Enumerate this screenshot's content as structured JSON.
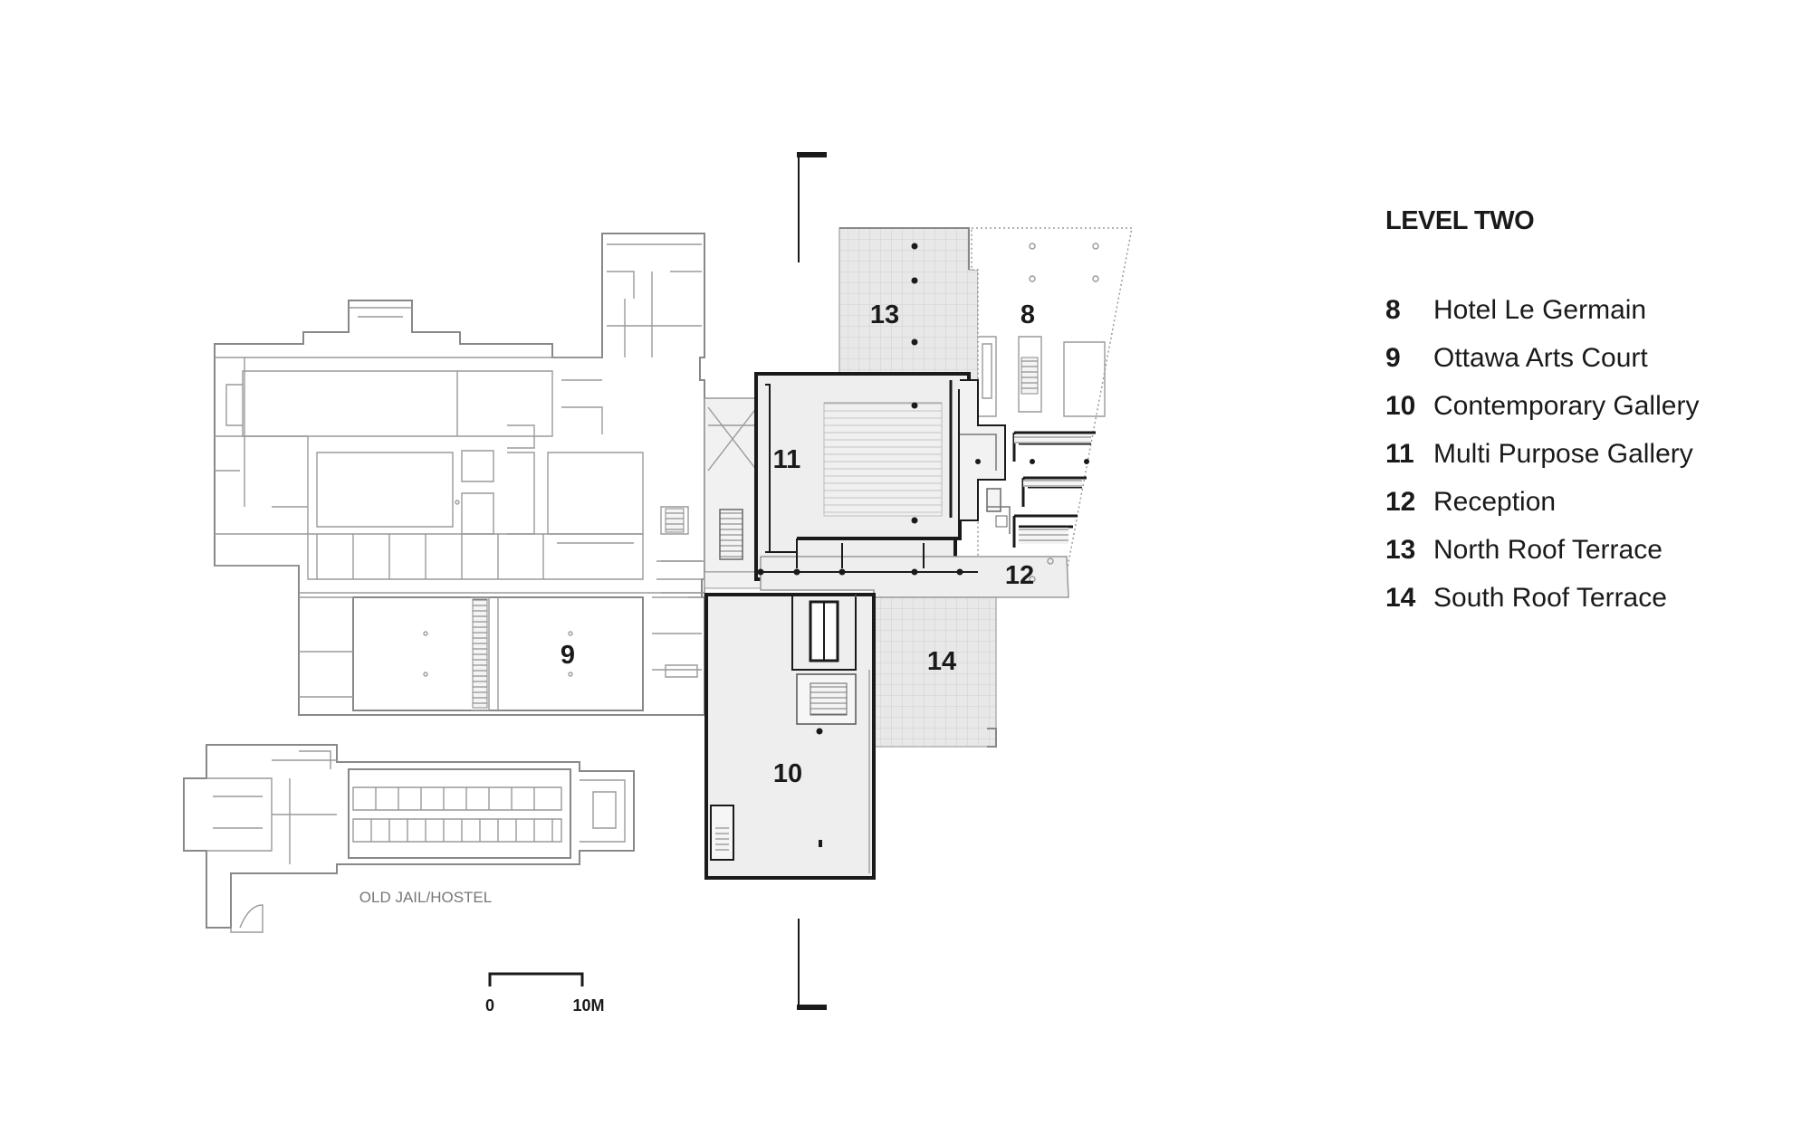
{
  "legend": {
    "title": "LEVEL TWO",
    "items": [
      {
        "number": "8",
        "label": "Hotel Le Germain"
      },
      {
        "number": "9",
        "label": "Ottawa Arts Court"
      },
      {
        "number": "10",
        "label": "Contemporary Gallery"
      },
      {
        "number": "11",
        "label": "Multi Purpose Gallery"
      },
      {
        "number": "12",
        "label": "Reception"
      },
      {
        "number": "13",
        "label": "North Roof Terrace"
      },
      {
        "number": "14",
        "label": "South Roof Terrace"
      }
    ]
  },
  "plan": {
    "room_labels": [
      "8",
      "9",
      "10",
      "11",
      "12",
      "13",
      "14"
    ],
    "annex_label": "OLD JAIL/HOSTEL"
  },
  "scale_bar": {
    "start_label": "0",
    "end_label": "10M"
  },
  "colors": {
    "ink": "#1a1a1a",
    "new_building_fill": "#eeeeee",
    "terrace_fill": "#e6e6e6",
    "existing_outline": "#9a9a9a"
  }
}
